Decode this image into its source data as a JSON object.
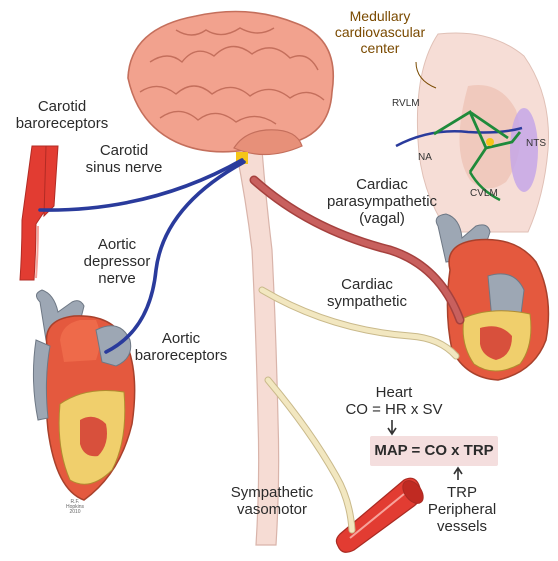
{
  "labels": {
    "medullary": [
      "Medullary",
      "cardiovascular",
      "center"
    ],
    "rvlm": "RVLM",
    "na": "NA",
    "nts": "NTS",
    "cvlm": "CVLM",
    "carotid_baroreceptors": [
      "Carotid",
      "baroreceptors"
    ],
    "carotid_sinus_nerve": [
      "Carotid",
      "sinus nerve"
    ],
    "cardiac_parasympathetic": [
      "Cardiac",
      "parasympathetic",
      "(vagal)"
    ],
    "aortic_depressor_nerve": [
      "Aortic",
      "depressor",
      "nerve"
    ],
    "cardiac_sympathetic": [
      "Cardiac",
      "sympathetic"
    ],
    "aortic_baroreceptors": [
      "Aortic",
      "baroreceptors"
    ],
    "heart": [
      "Heart",
      "CO = HR x SV"
    ],
    "map_equation": "MAP = CO x TRP",
    "sympathetic_vasomotor": [
      "Sympathetic",
      "vasomotor"
    ],
    "trp": [
      "TRP",
      "Peripheral",
      "vessels"
    ],
    "signature": [
      "R.F.",
      "Hopkins",
      "2010"
    ]
  },
  "colors": {
    "afferent_nerve": "#2a3b9c",
    "vagal_nerve": "#c8605e",
    "sympathetic_nerve": "#f2e7c0",
    "medulla_pathway": "#1f8a3a",
    "brain": "#f2a28e",
    "artery": "#e23c32",
    "map_box": "#f4dede"
  }
}
